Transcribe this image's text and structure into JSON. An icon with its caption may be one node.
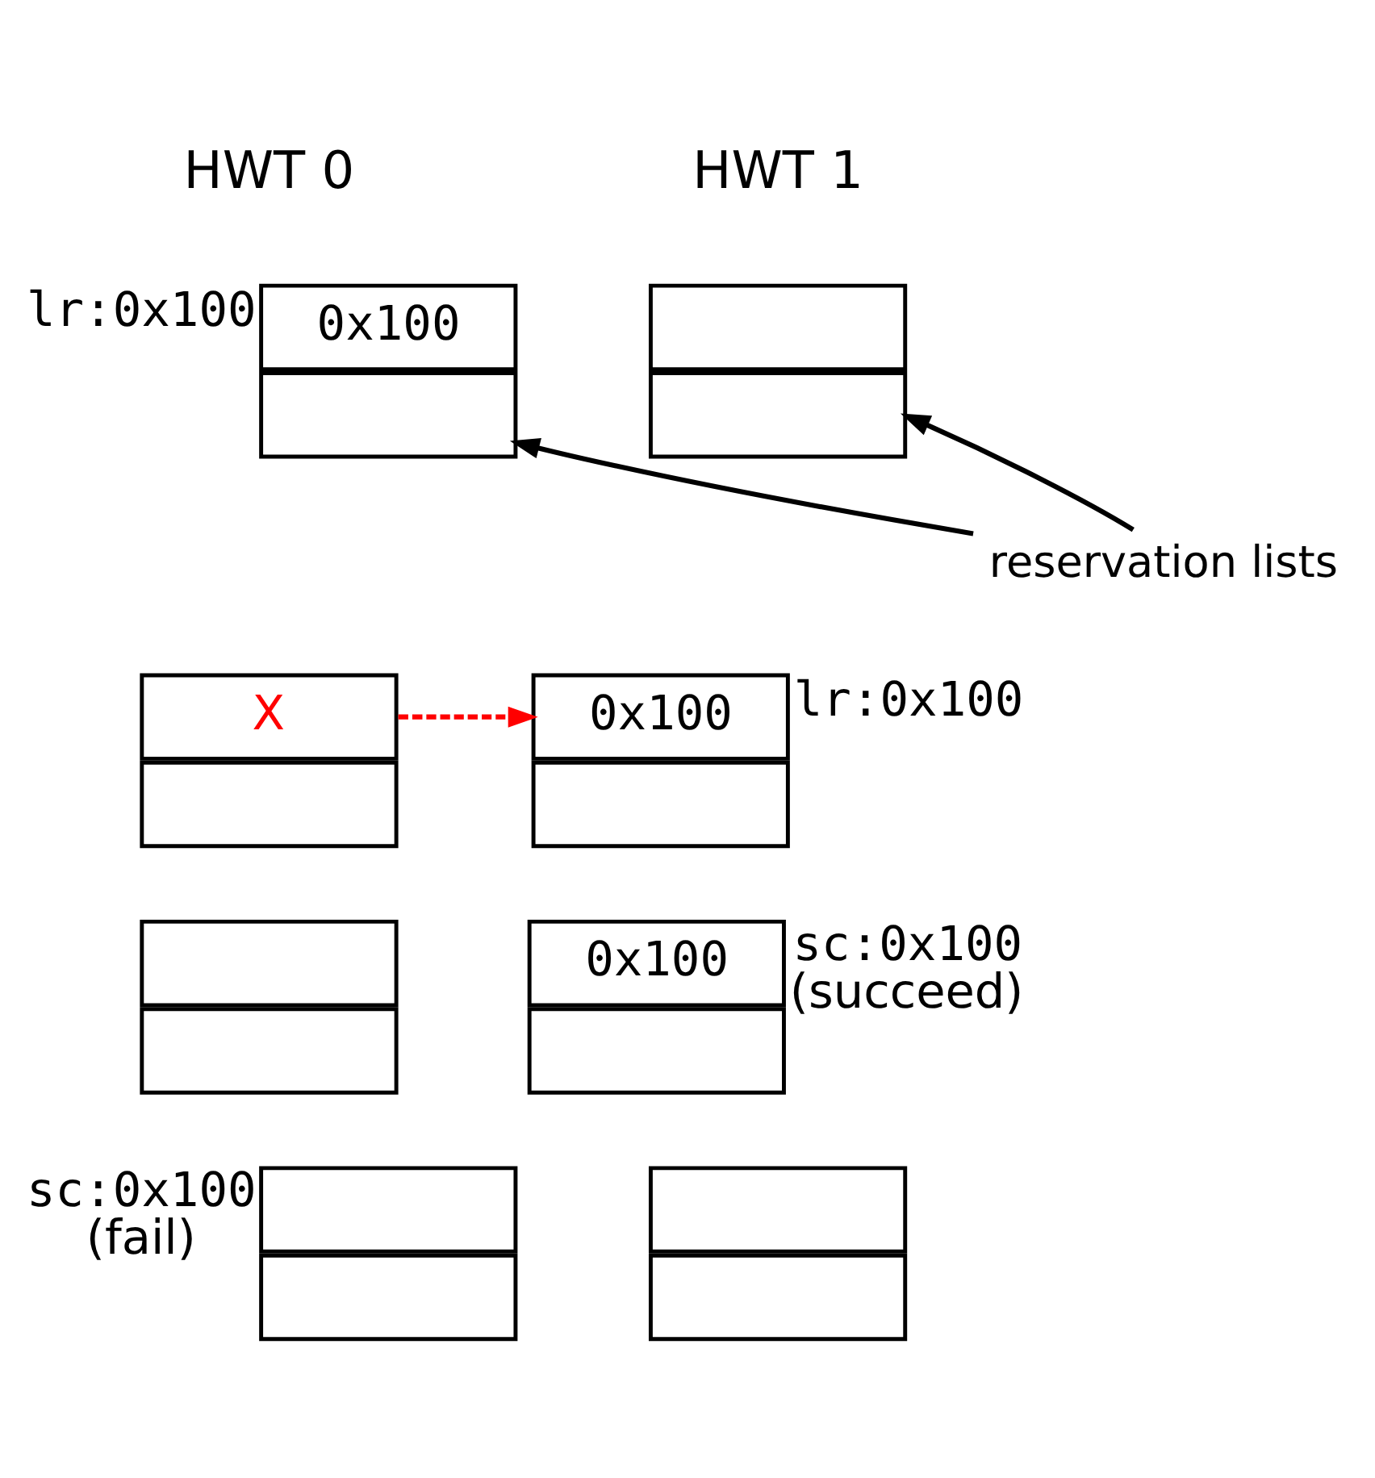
{
  "diagram": {
    "nodes": [
      {
        "text": [
          "0x100"
        ],
        "beside": [
          "lr:0x100"
        ]
      },
      {
        "text": [],
        "shape": "box"
      },
      {
        "text": [
          "reservation lists"
        ]
      },
      {
        "text": [
          "X"
        ]
      },
      {
        "text": [
          "0x100"
        ],
        "beside": [
          "lr:0x100"
        ]
      },
      {
        "text": [],
        "shape": "box"
      },
      {
        "text": [
          "0x100"
        ],
        "beside": [
          "sc:0x100",
          "(succeed)"
        ]
      },
      {
        "text": [],
        "shape": "box",
        "beside": [
          "sc:0x100",
          "(fail)"
        ]
      },
      {
        "text": [],
        "shape": "box"
      }
    ],
    "edges": [
      {
        "from": 2,
        "to": 0,
        "arrow": "to"
      },
      {
        "from": 2,
        "to": 1,
        "arrow": "to"
      },
      {
        "from": 3,
        "to": 4,
        "arrow": "to",
        "style": "dashed",
        "color": "#ff0000"
      }
    ],
    "labels": [
      "HWT 0",
      "HWT 1"
    ]
  }
}
